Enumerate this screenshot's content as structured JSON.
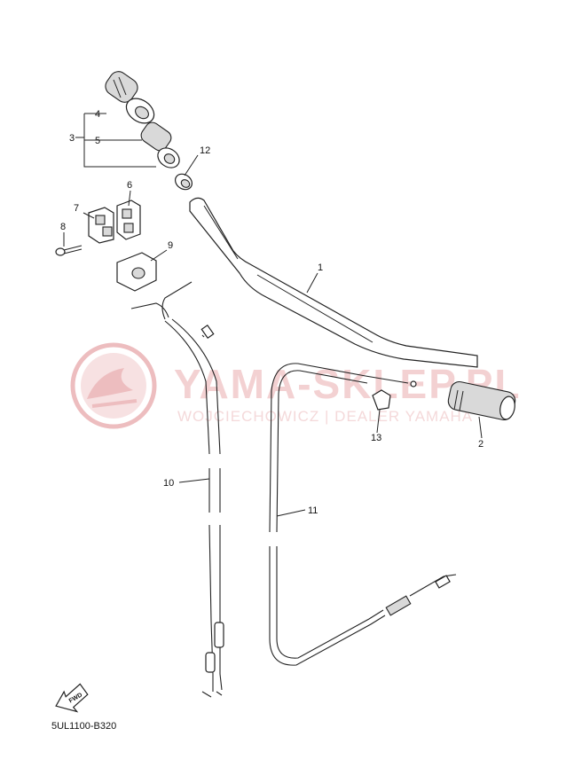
{
  "watermark": {
    "brand": "YAMA-SKLEP.PL",
    "subline": "WOJCIECHOWICZ | DEALER YAMAHA"
  },
  "labels": [
    "1",
    "2",
    "3",
    "4",
    "5",
    "6",
    "7",
    "8",
    "9",
    "10",
    "11",
    "12",
    "13"
  ],
  "fwd_label": "FWD",
  "diagram_code": "5UL1100-B320",
  "colors": {
    "line": "#222222",
    "watermark": "#e8a4a8",
    "fill_grey": "#d9d9d9"
  }
}
